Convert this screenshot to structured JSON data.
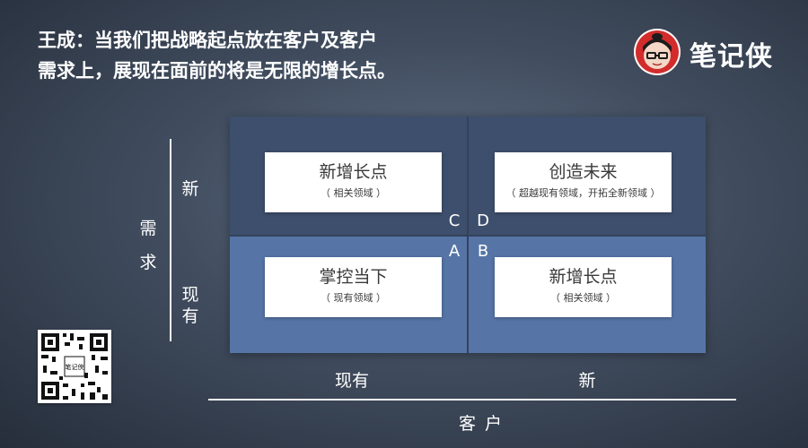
{
  "headline": {
    "line1": "王成：当我们把战略起点放在客户及客户",
    "line2": "需求上，展现在面前的将是无限的增长点。"
  },
  "brand": {
    "name": "笔记侠",
    "badge_color": "#d22c2c"
  },
  "matrix": {
    "quadrants": {
      "C": {
        "letter": "C",
        "title": "新增长点",
        "subtitle": "（ 相关领域 ）"
      },
      "D": {
        "letter": "D",
        "title": "创造未来",
        "subtitle": "（ 超越现有领域，开拓全新领域 ）"
      },
      "A": {
        "letter": "A",
        "title": "掌控当下",
        "subtitle": "（ 现有领域 ）"
      },
      "B": {
        "letter": "B",
        "title": "新增长点",
        "subtitle": "（ 相关领域 ）"
      }
    },
    "colors": {
      "top_row": "#3d4f6c",
      "bottom_row": "#5675a6"
    }
  },
  "axes": {
    "y": {
      "title_chars": [
        "需",
        "求"
      ],
      "ticks": {
        "new": "新",
        "existing": [
          "现",
          "有"
        ]
      }
    },
    "x": {
      "title": "客户",
      "ticks": {
        "existing": "现有",
        "new": "新"
      }
    }
  },
  "qr_code": {
    "icon": "qr-code-icon",
    "center_text": "笔记侠"
  }
}
